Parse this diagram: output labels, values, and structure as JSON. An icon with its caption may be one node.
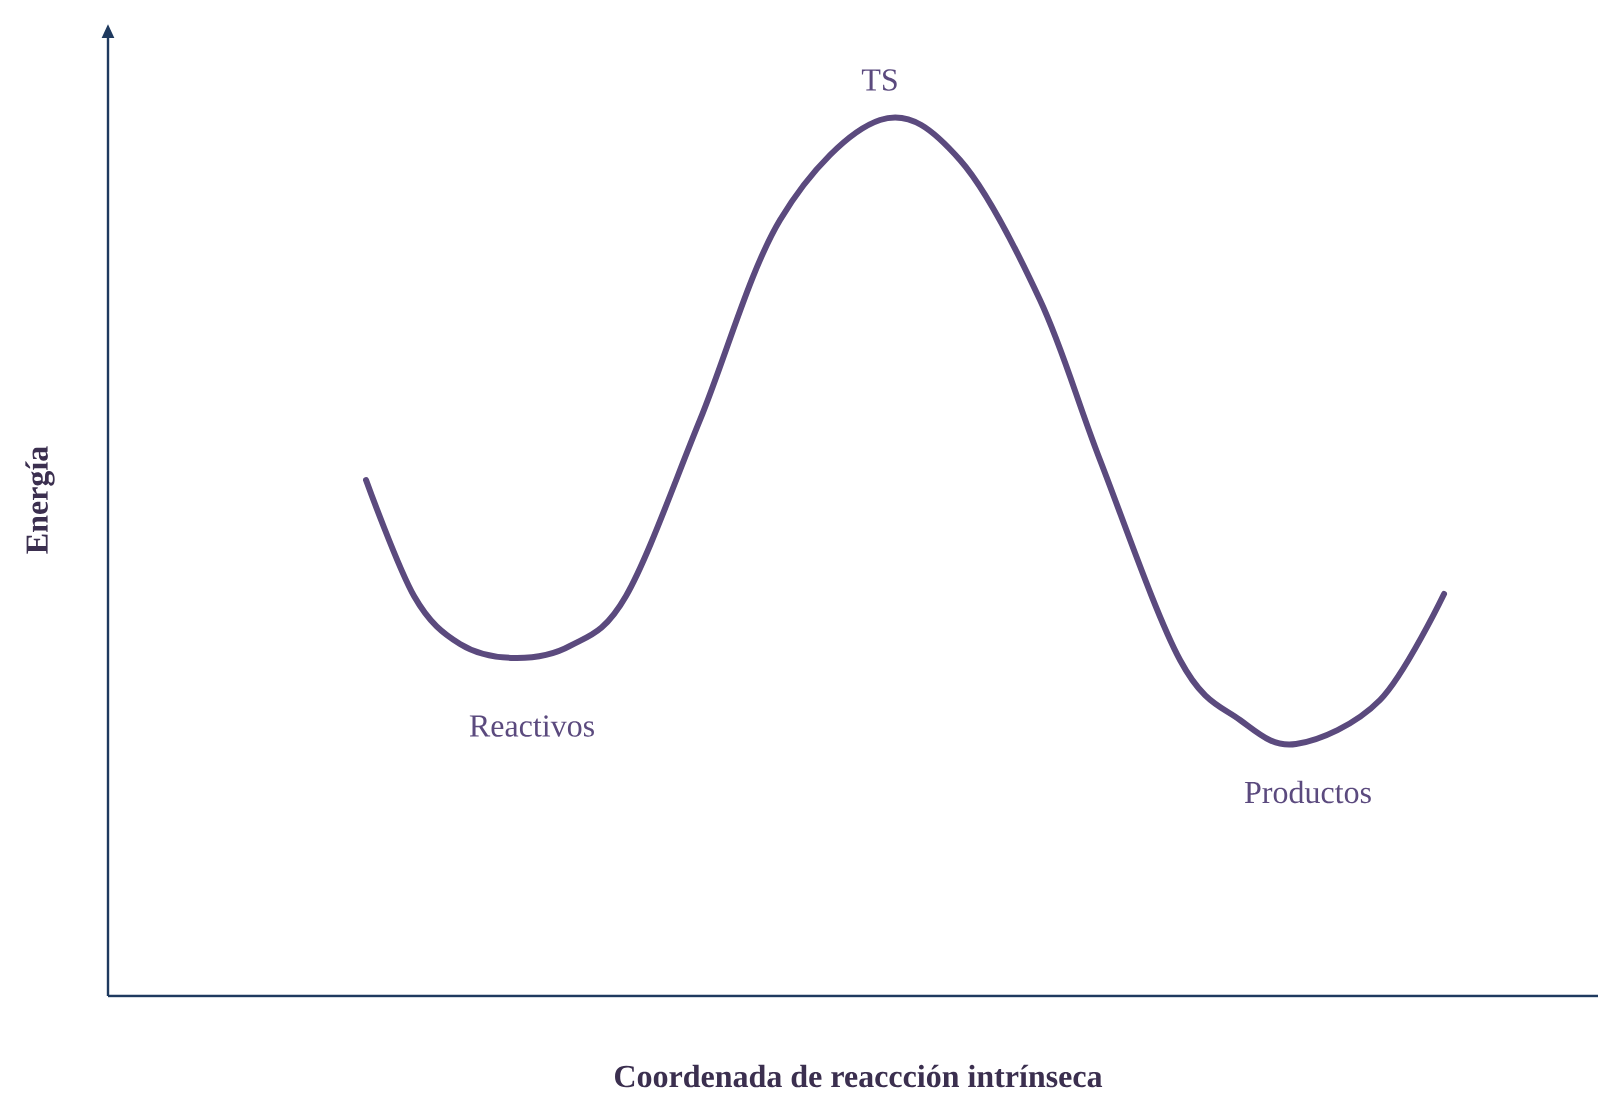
{
  "diagram": {
    "labels": [
      "TS",
      "Energía",
      "Reactivos",
      "Productos",
      "Coordenada de reaccción intrínseca"
    ]
  }
}
